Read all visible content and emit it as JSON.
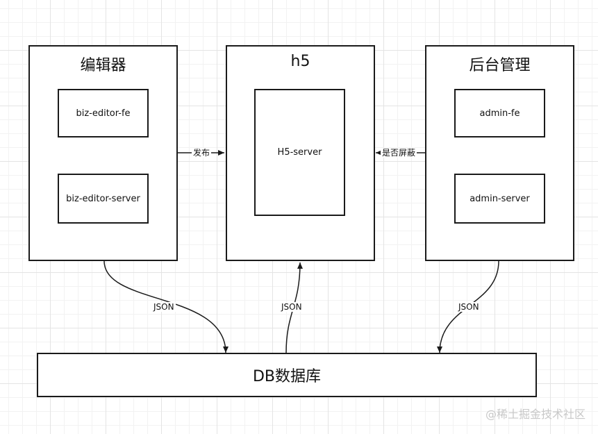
{
  "groups": {
    "editor": {
      "title": "编辑器",
      "fe": "biz-editor-fe",
      "server": "biz-editor-server"
    },
    "h5": {
      "title": "h5",
      "server": "H5-server"
    },
    "admin": {
      "title": "后台管理",
      "fe": "admin-fe",
      "server": "admin-server"
    }
  },
  "edges": {
    "publish": "发布",
    "block": "是否屏蔽",
    "json_left": "JSON",
    "json_mid": "JSON",
    "json_right": "JSON"
  },
  "db": {
    "label": "DB数据库"
  },
  "watermark": "@稀土掘金技术社区"
}
